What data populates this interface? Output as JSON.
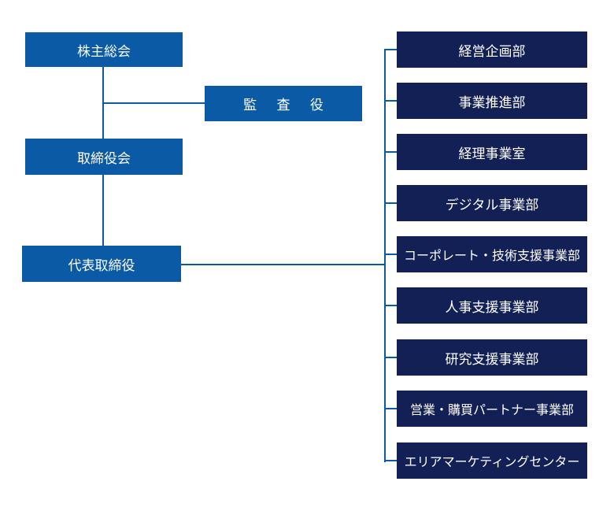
{
  "colors": {
    "management_box": "#0b5aa6",
    "department_box": "#122056",
    "connector_line": "#0b5aa6"
  },
  "left_chain": {
    "shareholders": "株主総会",
    "auditor": "監 査 役",
    "board": "取締役会",
    "ceo": "代表取締役"
  },
  "departments": [
    "経営企画部",
    "事業推進部",
    "経理事業室",
    "デジタル事業部",
    "コーポレート・技術支援事業部",
    "人事支援事業部",
    "研究支援事業部",
    "営業・購買パートナー事業部",
    "エリアマーケティングセンター"
  ]
}
